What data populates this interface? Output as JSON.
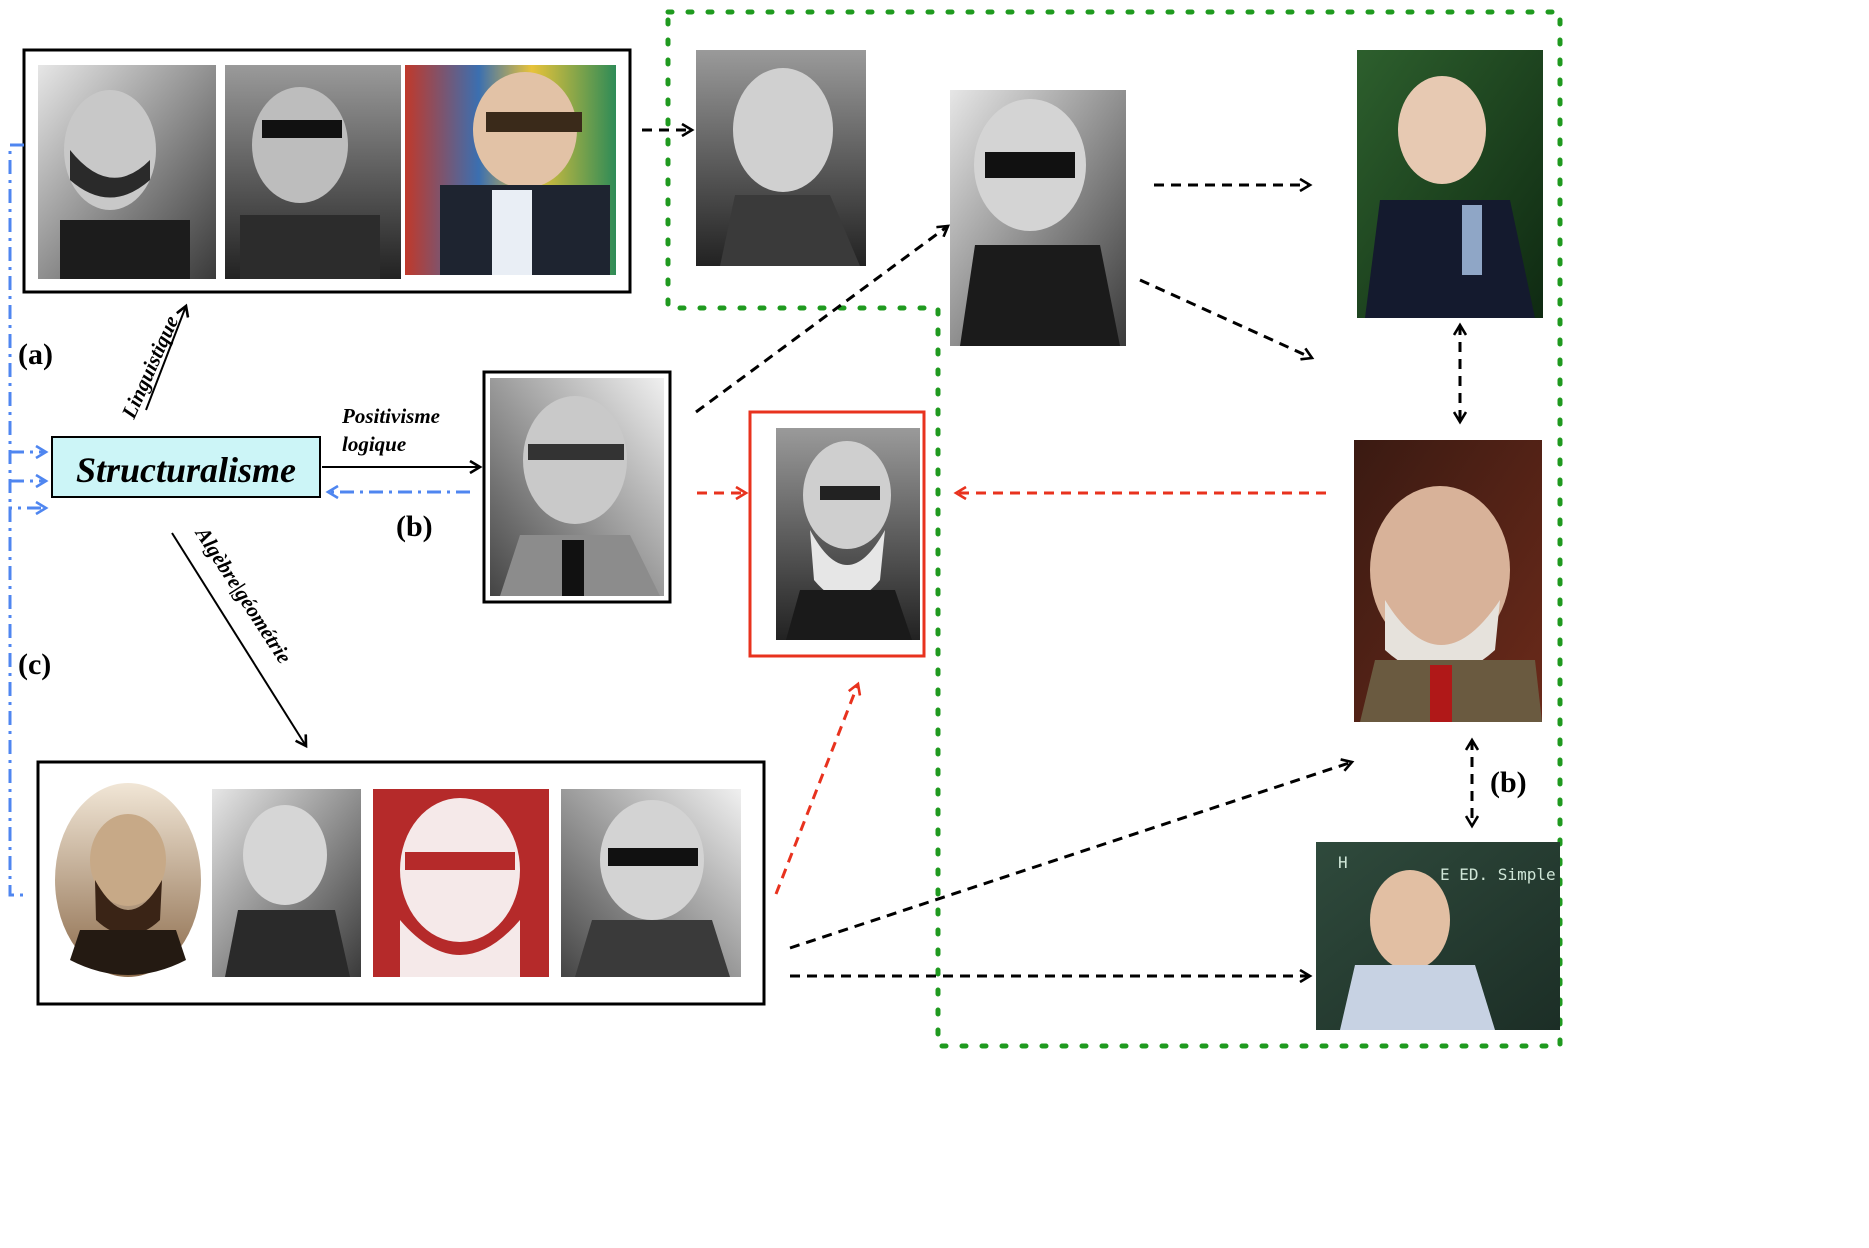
{
  "center": {
    "label": "Structuralisme"
  },
  "branches": {
    "linguistique": "Linguistique",
    "positivisme_line1": "Positivisme",
    "positivisme_line2": "logique",
    "algebre": "Algèbre|géométrie"
  },
  "markers": {
    "a": "(a)",
    "b_left": "(b)",
    "c": "(c)",
    "b_right": "(b)"
  },
  "colors": {
    "box_fill": "#ccf5f7",
    "highlight_red": "#e8321e",
    "feedback_blue": "#4f86f0",
    "group_green": "#1f9a1f",
    "arrow_black": "#000000"
  },
  "portraits": [
    {
      "id": "linguistics-1",
      "icon": "man-with-mustache-profile-portrait"
    },
    {
      "id": "linguistics-2",
      "icon": "man-with-glasses-hand-on-chin-portrait"
    },
    {
      "id": "linguistics-3",
      "icon": "elderly-man-with-glasses-smiling-portrait"
    },
    {
      "id": "positivism",
      "icon": "man-with-glasses-suit-portrait"
    },
    {
      "id": "top-middle",
      "icon": "man-smiling-curly-hair-portrait"
    },
    {
      "id": "center-top",
      "icon": "man-with-thick-glasses-hand-on-face-portrait"
    },
    {
      "id": "center-red",
      "icon": "bearded-man-with-pince-nez-portrait"
    },
    {
      "id": "right-top",
      "icon": "bald-man-smiling-dark-suit-portrait"
    },
    {
      "id": "right-middle",
      "icon": "bearded-man-laughing-portrait"
    },
    {
      "id": "right-bottom",
      "icon": "man-smiling-at-blackboard-portrait"
    },
    {
      "id": "algebra-1",
      "icon": "bearded-man-oval-sepia-portrait"
    },
    {
      "id": "algebra-2",
      "icon": "white-haired-man-portrait"
    },
    {
      "id": "algebra-3",
      "icon": "red-stylized-man-portrait"
    },
    {
      "id": "algebra-4",
      "icon": "man-with-glasses-white-hair-portrait"
    }
  ]
}
